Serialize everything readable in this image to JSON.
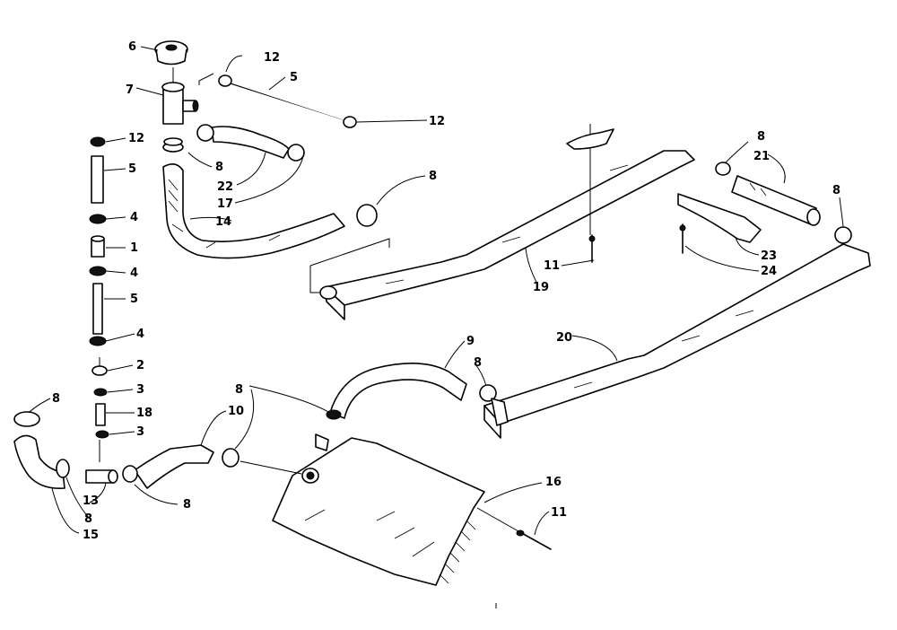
{
  "callouts": [
    {
      "id": "c6",
      "text": "6"
    },
    {
      "id": "c7",
      "text": "7"
    },
    {
      "id": "c12a",
      "text": "12"
    },
    {
      "id": "c5a",
      "text": "5"
    },
    {
      "id": "c12b",
      "text": "12"
    },
    {
      "id": "c12c",
      "text": "12"
    },
    {
      "id": "c5b",
      "text": "5"
    },
    {
      "id": "c4a",
      "text": "4"
    },
    {
      "id": "c1",
      "text": "1"
    },
    {
      "id": "c4b",
      "text": "4"
    },
    {
      "id": "c5c",
      "text": "5"
    },
    {
      "id": "c4c",
      "text": "4"
    },
    {
      "id": "c2",
      "text": "2"
    },
    {
      "id": "c3a",
      "text": "3"
    },
    {
      "id": "c18",
      "text": "18"
    },
    {
      "id": "c3b",
      "text": "3"
    },
    {
      "id": "c8a",
      "text": "8"
    },
    {
      "id": "c22",
      "text": "22"
    },
    {
      "id": "c17",
      "text": "17"
    },
    {
      "id": "c8b",
      "text": "8"
    },
    {
      "id": "c14",
      "text": "14"
    },
    {
      "id": "c8c",
      "text": "8"
    },
    {
      "id": "c21",
      "text": "21"
    },
    {
      "id": "c8d",
      "text": "8"
    },
    {
      "id": "c23",
      "text": "23"
    },
    {
      "id": "c24",
      "text": "24"
    },
    {
      "id": "c11a",
      "text": "11"
    },
    {
      "id": "c19",
      "text": "19"
    },
    {
      "id": "c20",
      "text": "20"
    },
    {
      "id": "c9",
      "text": "9"
    },
    {
      "id": "c8e",
      "text": "8"
    },
    {
      "id": "c8f",
      "text": "8"
    },
    {
      "id": "c10",
      "text": "10"
    },
    {
      "id": "c8g",
      "text": "8"
    },
    {
      "id": "c13",
      "text": "13"
    },
    {
      "id": "c8h",
      "text": "8"
    },
    {
      "id": "c15",
      "text": "15"
    },
    {
      "id": "c8i",
      "text": "8"
    },
    {
      "id": "c16",
      "text": "16"
    },
    {
      "id": "c11b",
      "text": "11"
    }
  ],
  "colors": {
    "ink": "#000000",
    "paper": "#ffffff"
  }
}
